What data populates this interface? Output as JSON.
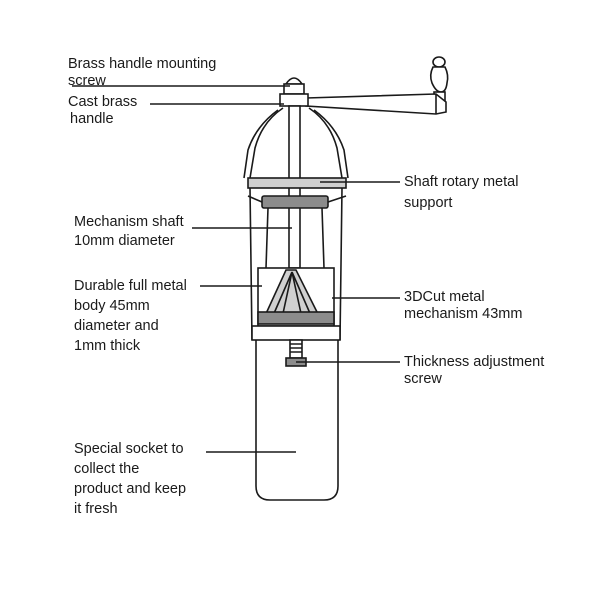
{
  "labels": {
    "mounting_screw": [
      "Brass handle mounting",
      "screw"
    ],
    "cast_handle": [
      "Cast brass",
      "handle"
    ],
    "shaft_support": [
      "Shaft rotary metal",
      "support"
    ],
    "mechanism_shaft": [
      "Mechanism shaft",
      "10mm diameter"
    ],
    "metal_body": [
      "Durable full metal",
      "body 45mm",
      "diameter and",
      "1mm thick"
    ],
    "cut_mechanism": [
      "3DCut metal",
      "mechanism 43mm"
    ],
    "adjustment_screw": [
      "Thickness adjustment",
      "screw"
    ],
    "socket": [
      "Special socket to",
      "collect the",
      "product and keep",
      "it fresh"
    ]
  },
  "colors": {
    "line": "#1a1a1a",
    "shade": "#8c8c8c",
    "light_shade": "#d0d0d0"
  }
}
